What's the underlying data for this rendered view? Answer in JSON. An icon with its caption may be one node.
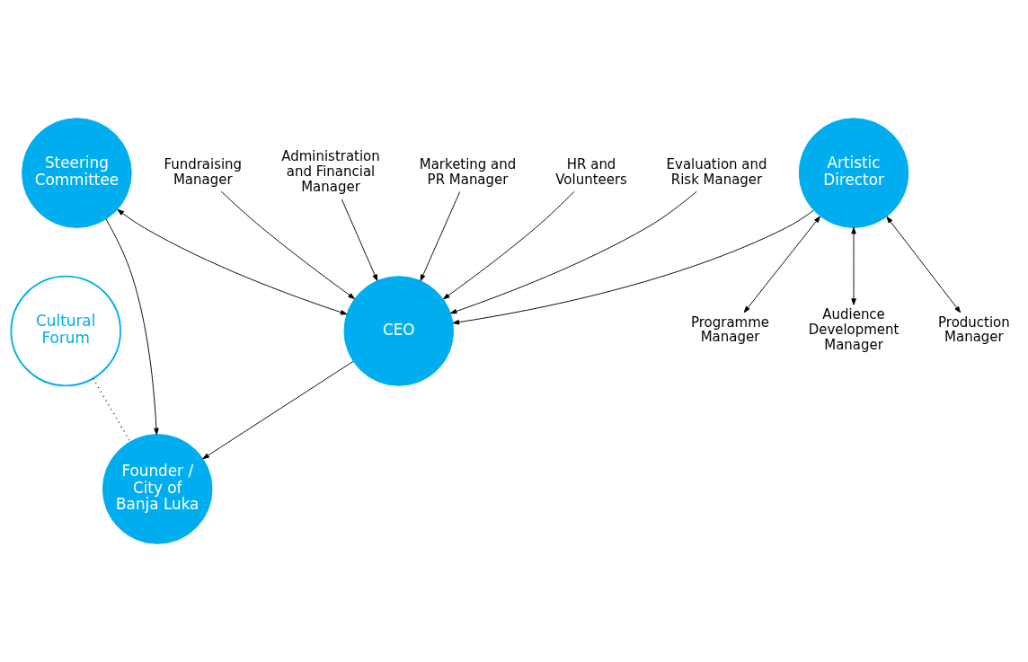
{
  "diagram": {
    "nodes": [
      {
        "text": [
          "Cultural Forum"
        ]
      },
      {
        "text": [
          "Steering Committee"
        ]
      },
      {
        "text": [
          "Founder / City of Banja Luka"
        ]
      },
      {
        "text": [
          "Artistic Director"
        ]
      },
      {
        "text": [
          "CEO"
        ]
      },
      {
        "text": [
          "Programme Manager"
        ]
      },
      {
        "text": [
          "Audience Development Manager"
        ]
      },
      {
        "text": [
          "Production Manager"
        ]
      },
      {
        "text": [
          "Fundraising Manager"
        ]
      },
      {
        "text": [
          "Administration and Financial Manager"
        ]
      },
      {
        "text": [
          "Marketing and PR Manager"
        ]
      },
      {
        "text": [
          "HR and Volunteers"
        ]
      },
      {
        "text": [
          "Evaluation and Risk Manager"
        ]
      }
    ],
    "edges": [
      {
        "from": 0,
        "to": 2,
        "arrow": "none",
        "style": "dashed"
      },
      {
        "from": 1,
        "to": 2,
        "arrow": "to"
      },
      {
        "from": 4,
        "to": 2,
        "arrow": "to"
      },
      {
        "from": 1,
        "to": 4,
        "arrow": "both"
      },
      {
        "from": 3,
        "to": 4,
        "arrow": "to"
      },
      {
        "from": 3,
        "to": 5,
        "arrow": "both"
      },
      {
        "from": 3,
        "to": 6,
        "arrow": "both"
      },
      {
        "from": 3,
        "to": 7,
        "arrow": "both"
      },
      {
        "from": 8,
        "to": 4,
        "arrow": "to"
      },
      {
        "from": 9,
        "to": 4,
        "arrow": "to"
      },
      {
        "from": 10,
        "to": 4,
        "arrow": "to"
      },
      {
        "from": 11,
        "to": 4,
        "arrow": "to"
      },
      {
        "from": 12,
        "to": 4,
        "arrow": "to"
      }
    ]
  }
}
